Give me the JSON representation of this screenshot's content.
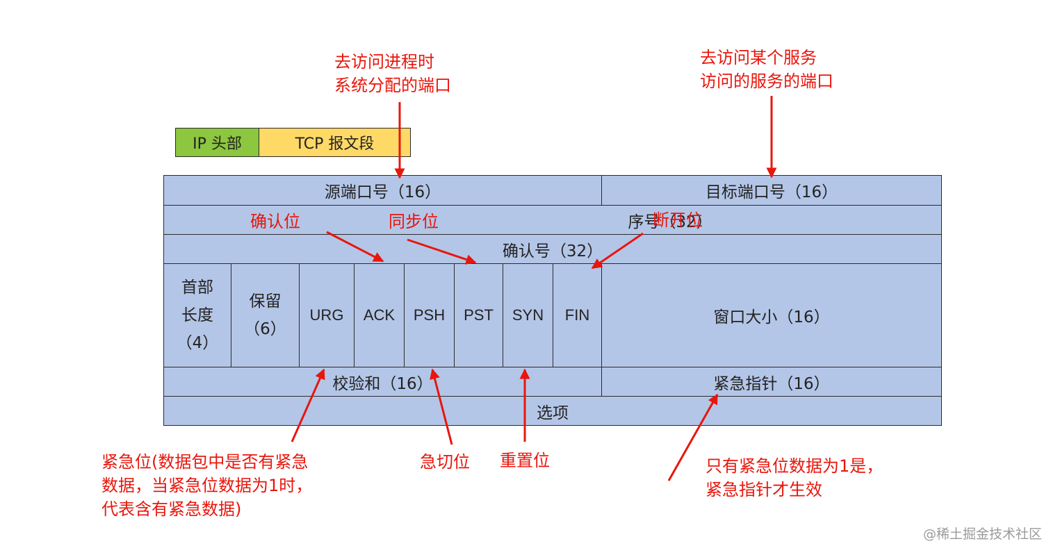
{
  "header_bar": {
    "ip": "IP 头部",
    "tcp": "TCP 报文段"
  },
  "header_colors": {
    "ip": "#8dc63f",
    "tcp": "#ffd966"
  },
  "cell_color": "#b4c6e7",
  "annotation_color": "#e8160c",
  "fields": {
    "src_port": "源端口号（16）",
    "dst_port": "目标端口号（16）",
    "seq": "序号（32）",
    "ack_num": "确认号（32）",
    "header_len": [
      "首部",
      "长度",
      "（4）"
    ],
    "reserved": [
      "保留",
      "（6）"
    ],
    "flags": [
      "URG",
      "ACK",
      "PSH",
      "PST",
      "SYN",
      "FIN"
    ],
    "window": "窗口大小（16）",
    "checksum": "校验和（16）",
    "urgent_ptr": "紧急指针（16）",
    "options": "选项"
  },
  "annotations": {
    "src_port_note": [
      "去访问进程时",
      "系统分配的端口"
    ],
    "dst_port_note": [
      "去访问某个服务",
      "访问的服务的端口"
    ],
    "ack_flag_note": "确认位",
    "sync_note": "同步位",
    "fin_note": "断开位",
    "urg_note": [
      "紧急位(数据包中是否有紧急",
      "数据，当紧急位数据为1时，",
      "代表含有紧急数据)"
    ],
    "psh_note": "急切位",
    "rst_note": "重置位",
    "urgent_ptr_note": [
      "只有紧急位数据为1是，",
      "紧急指针才生效"
    ]
  },
  "watermark": "@稀土掘金技术社区"
}
